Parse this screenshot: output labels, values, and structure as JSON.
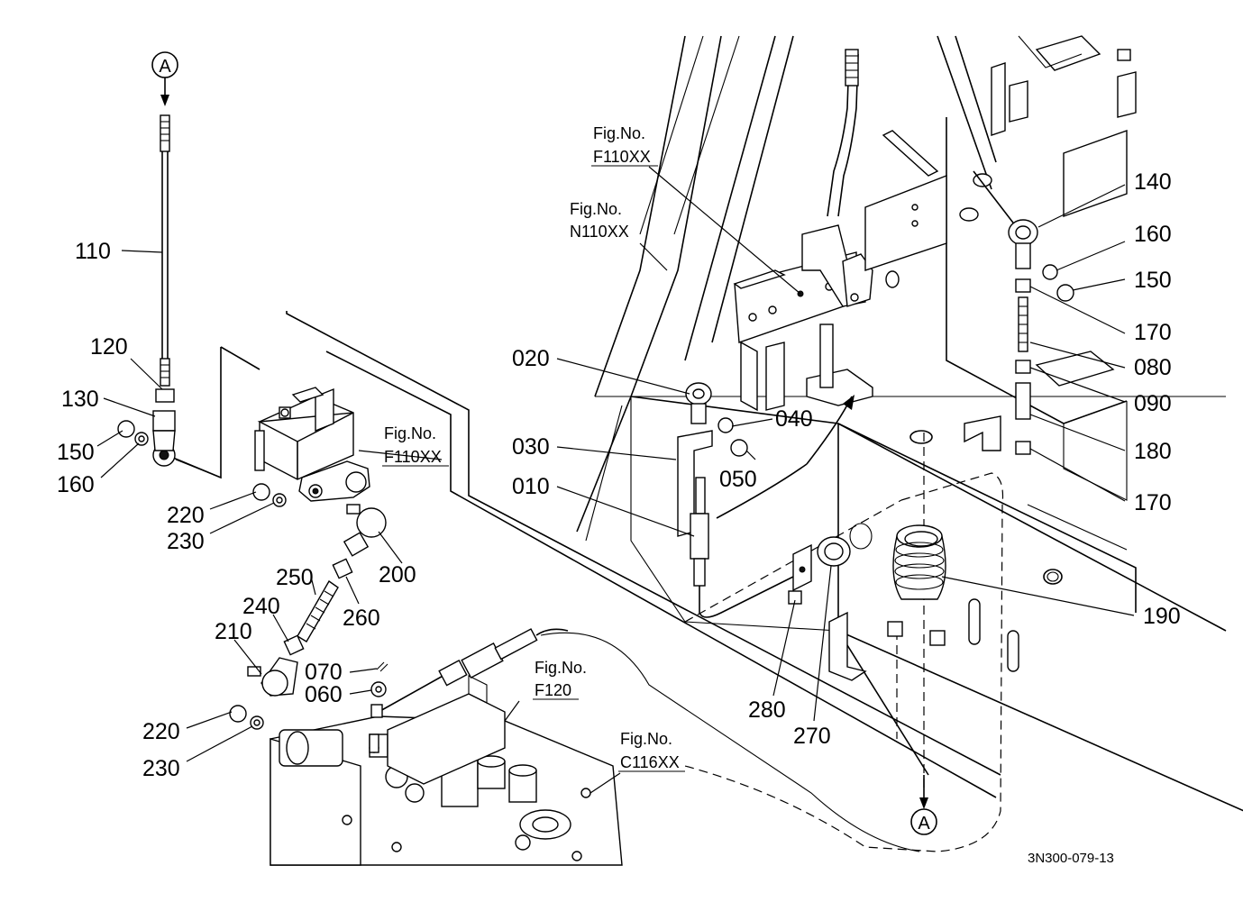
{
  "drawing_id": "3N300-079-13",
  "view_marker": "A",
  "part_numbers": {
    "p010": "010",
    "p020": "020",
    "p030": "030",
    "p040": "040",
    "p050": "050",
    "p060": "060",
    "p070": "070",
    "p080": "080",
    "p090": "090",
    "p110": "110",
    "p120": "120",
    "p130": "130",
    "p140": "140",
    "p150a": "150",
    "p150b": "150",
    "p160a": "160",
    "p160b": "160",
    "p170a": "170",
    "p170b": "170",
    "p180": "180",
    "p190": "190",
    "p200": "200",
    "p210": "210",
    "p220a": "220",
    "p220b": "220",
    "p230a": "230",
    "p230b": "230",
    "p240": "240",
    "p250": "250",
    "p260": "260",
    "p270": "270",
    "p280": "280"
  },
  "figure_refs": {
    "fig_label": "Fig.No.",
    "f110_top": "F110XX",
    "n110": "N110XX",
    "f110_mid": "F110XX",
    "f120": "F120",
    "c116": "C116XX"
  }
}
